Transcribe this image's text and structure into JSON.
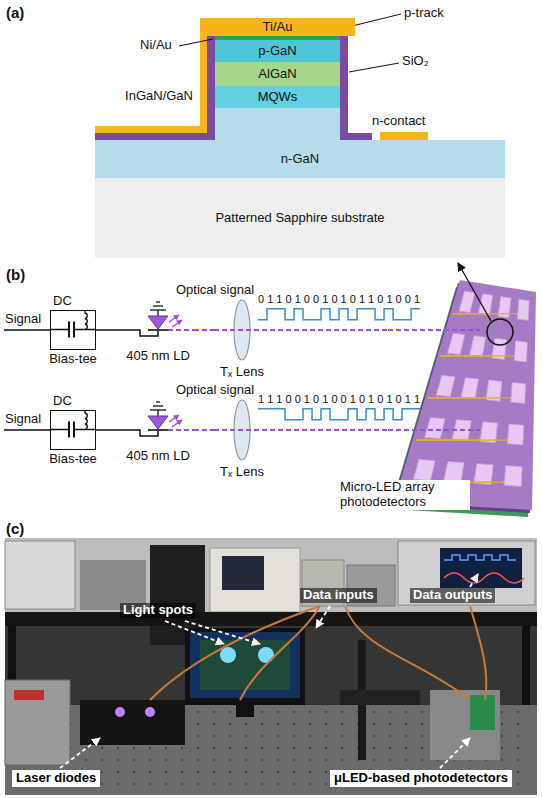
{
  "diagram": {
    "nodes": [
      {
        "text": [
          "Ti/Au"
        ]
      },
      {
        "text": [
          "p-GaN"
        ]
      },
      {
        "text": [
          "AlGaN"
        ]
      },
      {
        "text": [
          "InGaN/GaN",
          "MQWs"
        ]
      },
      {
        "text": [
          "n-GaN"
        ]
      },
      {
        "text": [
          "Patterned Sapphire substrate"
        ]
      },
      {
        "text": [
          "DC",
          "Bias-tee"
        ]
      },
      {
        "text": [
          "405 nm LD"
        ]
      },
      {
        "text": [
          "Tₓ Lens"
        ]
      },
      {
        "text": [
          "DC",
          "Bias-tee"
        ]
      },
      {
        "text": [
          "405 nm LD"
        ]
      },
      {
        "text": [
          "Tₓ Lens"
        ]
      },
      {
        "text": [
          "Micro-LED array photodetectors"
        ]
      }
    ],
    "edges": [
      {
        "from": 6,
        "to": 7,
        "arrow": "none"
      },
      {
        "from": 7,
        "to": 8,
        "arrow": "none"
      },
      {
        "from": 8,
        "to": 12,
        "arrow": "none"
      },
      {
        "from": 9,
        "to": 10,
        "arrow": "none"
      },
      {
        "from": 10,
        "to": 11,
        "arrow": "none"
      },
      {
        "from": 11,
        "to": 12,
        "arrow": "none"
      }
    ],
    "labels": [
      "(a)",
      "Ni/Au",
      "p-track",
      "SiO₂",
      "n-contact",
      "(b)",
      "Signal",
      "Optical signal",
      "0 1 1 0 1 0 0 1 0 1 0 1 1 0 1 0 0 1",
      "Signal",
      "Optical signal",
      "1 1 1 0 0 1 0 1 0 0 1 0 1 0 1 0 1 1",
      "(c)",
      "Light spots",
      "Data inputs",
      "Data outputs",
      "Laser diodes",
      "μLED-based photodetectors"
    ]
  }
}
